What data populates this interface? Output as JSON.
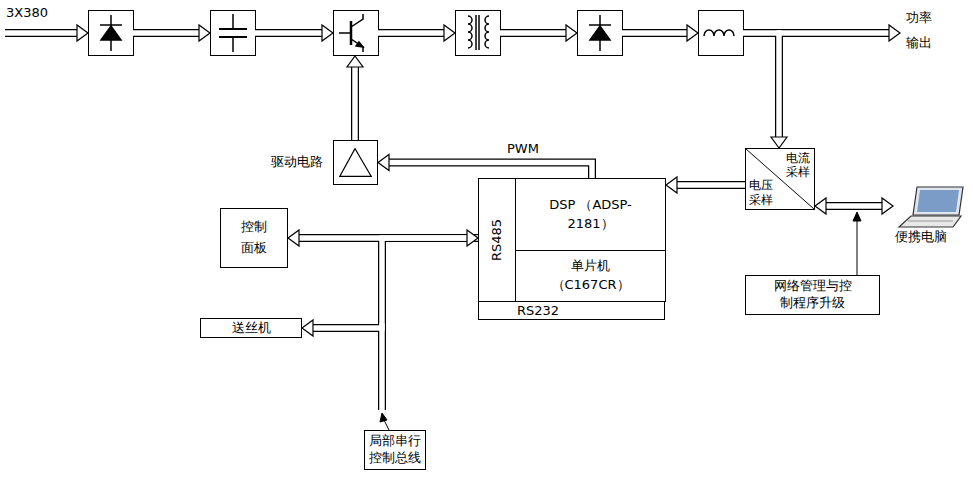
{
  "diagram": {
    "nodes": [
      {
        "text": [
          "驱动电路"
        ]
      },
      {
        "text": [
          "RS485",
          "RS232"
        ]
      },
      {
        "text": [
          "DSP （ADSP-2181）"
        ],
        "in": 1
      },
      {
        "text": [
          "单片机 （C167CR）"
        ],
        "in": 1
      },
      {
        "text": [
          "控制 面板"
        ]
      },
      {
        "text": [
          "送丝机"
        ]
      },
      {
        "text": [
          "局部串行 控制总线"
        ]
      },
      {
        "text": [
          "电流 采样",
          "电压 采样"
        ]
      },
      {
        "text": [
          "网络管理与控 制程序升级"
        ]
      },
      {
        "text": [
          "便携电脑"
        ]
      }
    ],
    "edges": [
      {
        "from": 2,
        "to": 0,
        "arrow": "to",
        "label": "PWM"
      },
      {
        "from": 7,
        "to": 2,
        "arrow": "to"
      },
      {
        "from": 4,
        "to": 1,
        "arrow": "both"
      },
      {
        "from": 1,
        "to": 5,
        "arrow": "to"
      },
      {
        "from": 7,
        "to": 9,
        "arrow": "both"
      }
    ],
    "labels": [
      "3X380",
      "功率 输出"
    ]
  }
}
